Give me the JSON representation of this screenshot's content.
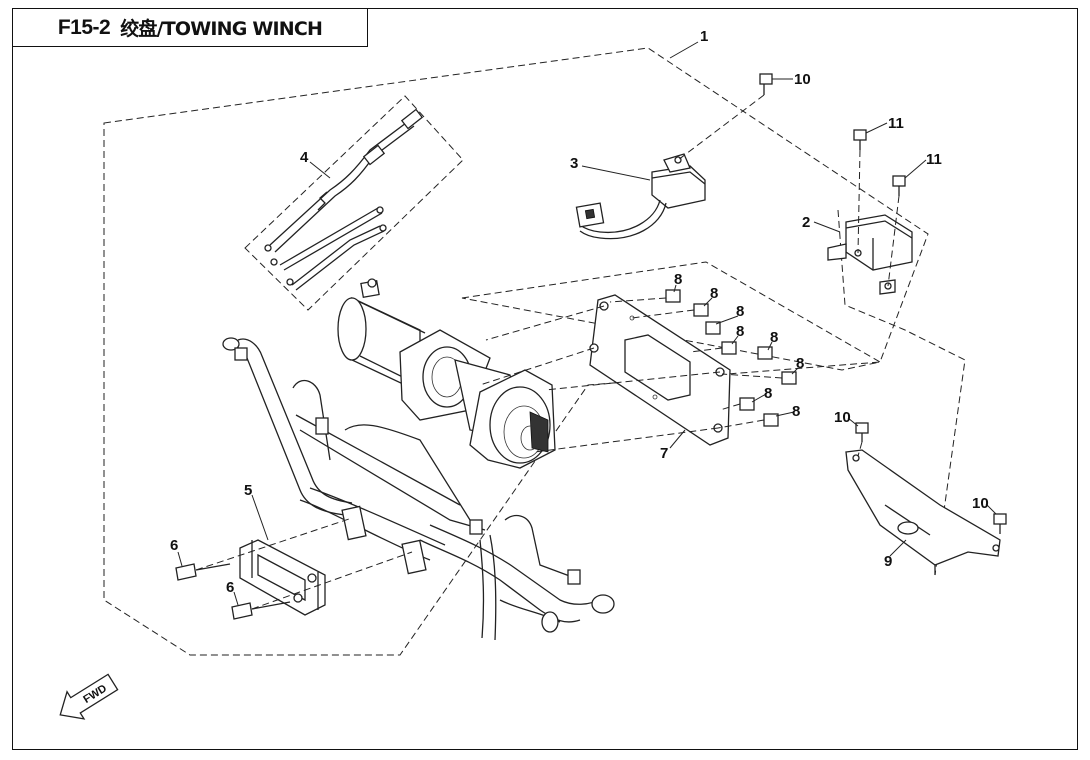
{
  "title": {
    "code": "F15-2",
    "name": "绞盘/TOWING WINCH"
  },
  "direction_marker": "FWD",
  "callouts": {
    "c1": "1",
    "c2": "2",
    "c3": "3",
    "c4": "4",
    "c5": "5",
    "c6a": "6",
    "c6b": "6",
    "c7": "7",
    "c8a": "8",
    "c8b": "8",
    "c8c": "8",
    "c8d": "8",
    "c8e": "8",
    "c8f": "8",
    "c8g": "8",
    "c8h": "8",
    "c9": "9",
    "c10a": "10",
    "c10b": "10",
    "c10c": "10",
    "c11a": "11",
    "c11b": "11"
  },
  "colors": {
    "line": "#222222",
    "background": "#ffffff"
  }
}
